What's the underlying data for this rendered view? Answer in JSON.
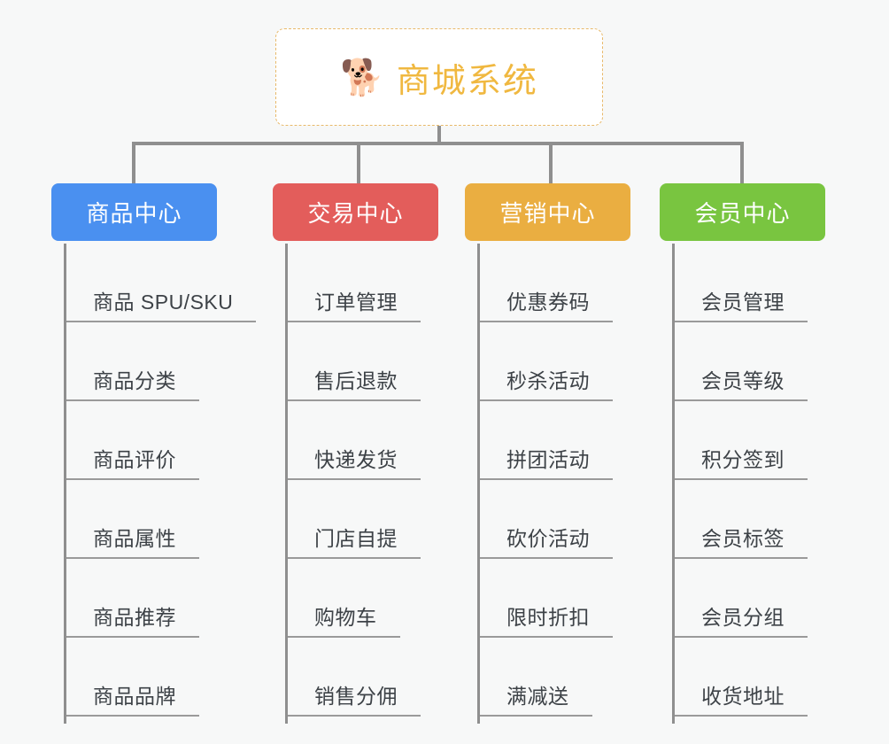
{
  "diagram": {
    "title": "商城系统",
    "root": {
      "icon": "shiba-dog-emoji",
      "emoji": "🐕",
      "label": "商城系统",
      "text_color": "#f0b840",
      "border_color": "#e8b96a",
      "background": "#ffffff"
    },
    "background": "#f7f8f8",
    "connector_color": "#8f8f8f",
    "leaf_underline_color": "#9a9a9a",
    "leaf_text_color": "#3d4247",
    "columns": [
      {
        "header": "商品中心",
        "color": "#4a90f0",
        "items": [
          "商品 SPU/SKU",
          "商品分类",
          "商品评价",
          "商品属性",
          "商品推荐",
          "商品品牌"
        ]
      },
      {
        "header": "交易中心",
        "color": "#e35d5b",
        "items": [
          "订单管理",
          "售后退款",
          "快递发货",
          "门店自提",
          "购物车",
          "销售分佣"
        ]
      },
      {
        "header": "营销中心",
        "color": "#eaae41",
        "items": [
          "优惠券码",
          "秒杀活动",
          "拼团活动",
          "砍价活动",
          "限时折扣",
          "满减送"
        ]
      },
      {
        "header": "会员中心",
        "color": "#79c540",
        "items": [
          "会员管理",
          "会员等级",
          "积分签到",
          "会员标签",
          "会员分组",
          "收货地址"
        ]
      }
    ]
  }
}
